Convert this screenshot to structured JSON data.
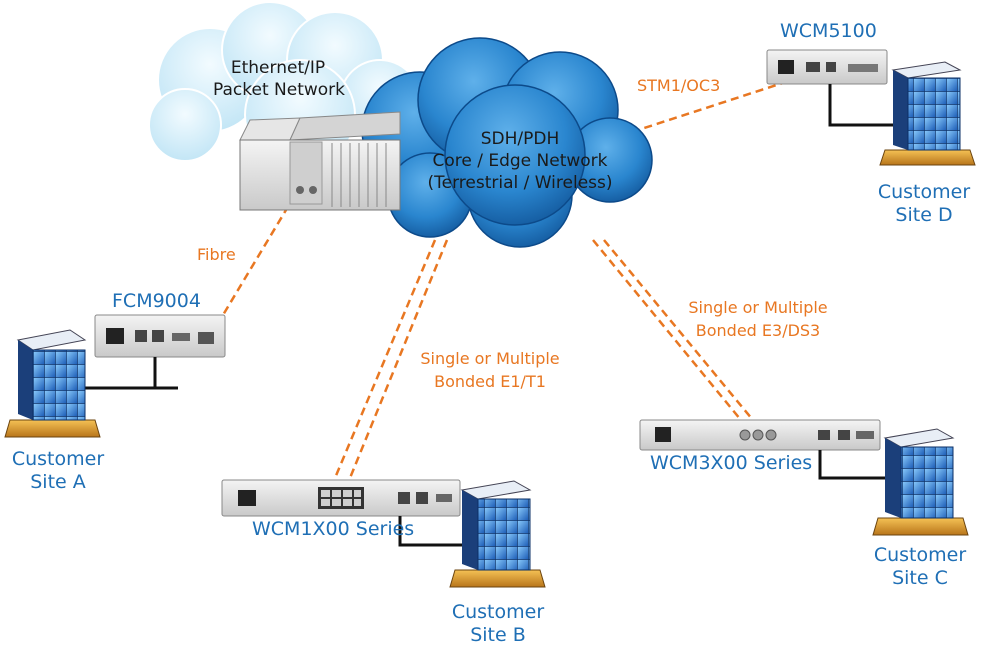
{
  "clouds": {
    "ethernet": {
      "line1": "Ethernet/IP",
      "line2": "Packet Network"
    },
    "sdh": {
      "line1": "SDH/PDH",
      "line2": "Core / Edge Network",
      "line3": "(Terrestrial / Wireless)"
    }
  },
  "devices": {
    "wcm5100": "WCM5100",
    "fcm9004": "FCM9004",
    "wcm1x00": "WCM1X00 Series",
    "wcm3x00": "WCM3X00 Series"
  },
  "links": {
    "stm1": "STM1/OC3",
    "fibre": "Fibre",
    "e1t1": {
      "line1": "Single or Multiple",
      "line2": "Bonded E1/T1"
    },
    "e3ds3": {
      "line1": "Single or Multiple",
      "line2": "Bonded E3/DS3"
    }
  },
  "sites": {
    "a": {
      "line1": "Customer",
      "line2": "Site A"
    },
    "b": {
      "line1": "Customer",
      "line2": "Site B"
    },
    "c": {
      "line1": "Customer",
      "line2": "Site C"
    },
    "d": {
      "line1": "Customer",
      "line2": "Site D"
    }
  },
  "colors": {
    "label_blue": "#1f6fb5",
    "link_orange": "#e87722",
    "cloud_light": "#d6eef9",
    "cloud_dark": "#1e78c2"
  }
}
